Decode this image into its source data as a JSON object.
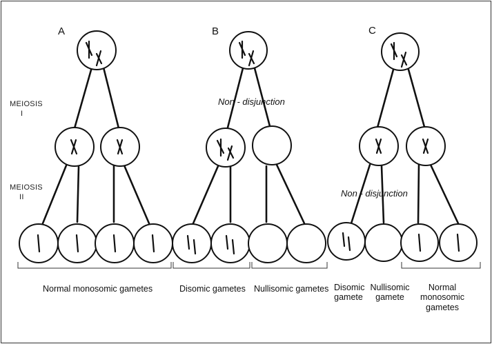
{
  "panels": {
    "a": "A",
    "b": "B",
    "c": "C"
  },
  "stage_labels": {
    "meiosis1": "MEIOSIS",
    "meiosis1_num": "I",
    "meiosis2": "MEIOSIS",
    "meiosis2_num": "II"
  },
  "events": {
    "b_nondisjunction": "Non - disjunction",
    "c_nondisjunction": "Non - disjunction"
  },
  "gamete_labels": {
    "a_normal": "Normal monosomic gametes",
    "b_disomic": "Disomic gametes",
    "b_nullisomic": "Nullisomic gametes",
    "c_disomic_1": "Disomic",
    "c_disomic_2": "gamete",
    "c_nullisomic_1": "Nullisomic",
    "c_nullisomic_2": "gamete",
    "c_normal_1": "Normal",
    "c_normal_2": "monosomic",
    "c_normal_3": "gametes"
  },
  "colors": {
    "ink": "#111111",
    "background": "#ffffff"
  }
}
